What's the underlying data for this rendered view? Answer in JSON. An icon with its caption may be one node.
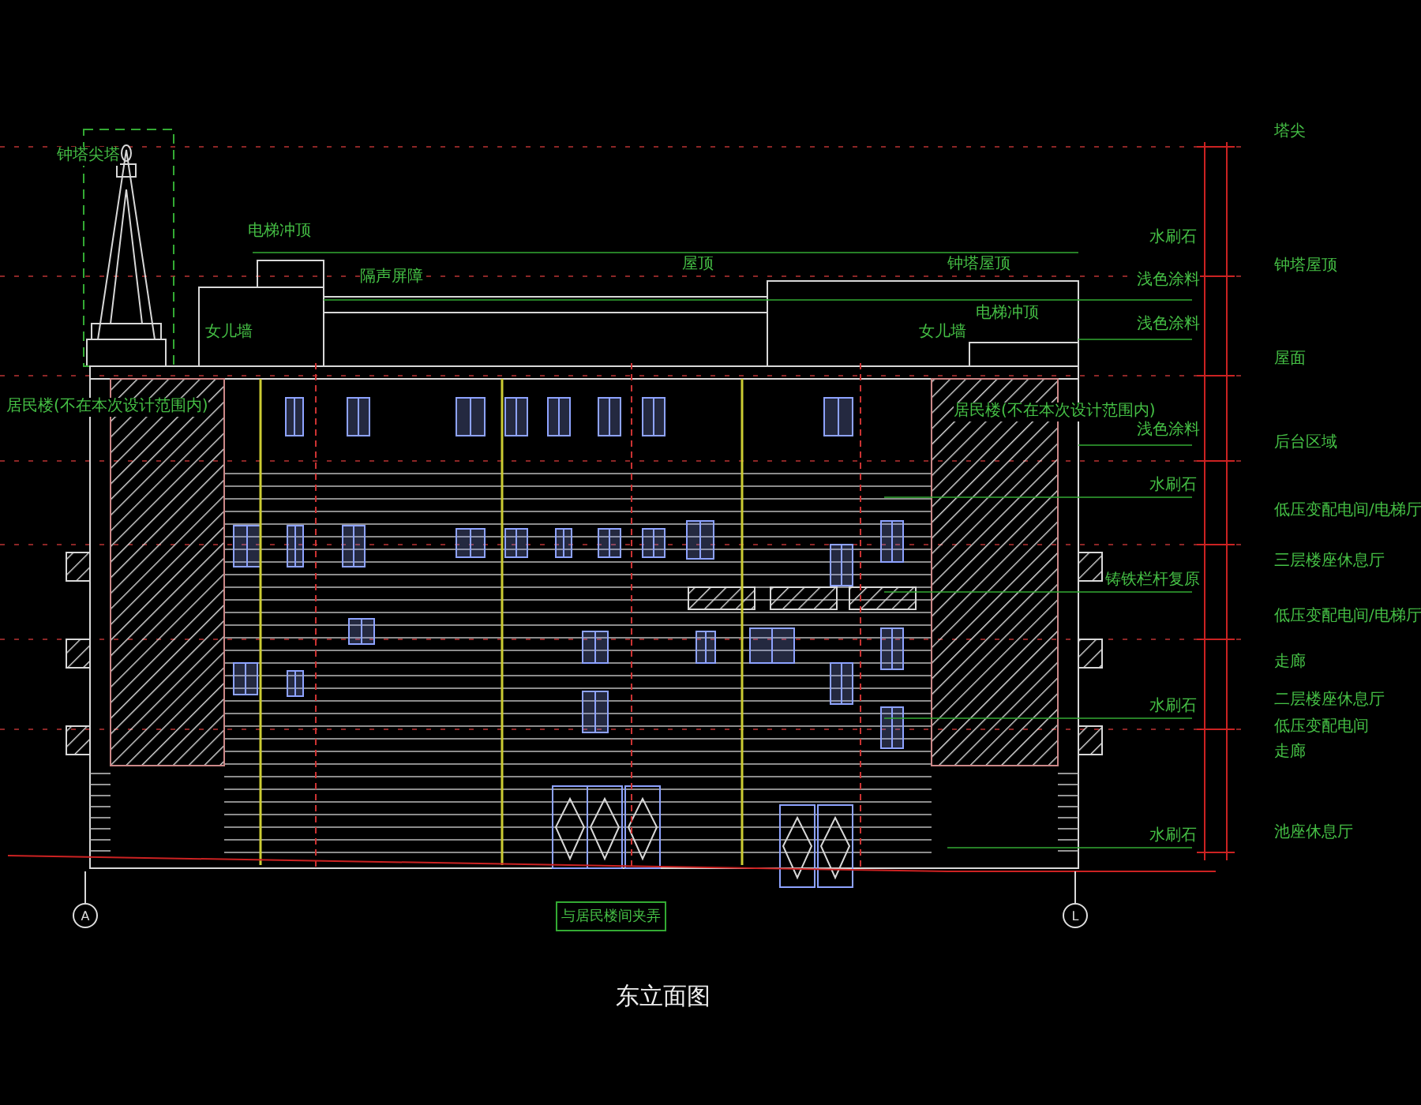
{
  "diagram": {
    "caption": "东立面图",
    "nodes": [
      {
        "text": [
          "与居民楼间夹弄"
        ]
      },
      {
        "text": [
          "A"
        ]
      },
      {
        "text": [
          "L"
        ]
      }
    ],
    "labels": [
      "钟塔尖塔",
      "电梯冲顶",
      "隔声屏障",
      "屋顶",
      "钟塔屋顶",
      "女儿墙",
      "电梯冲顶",
      "女儿墙",
      "居民楼(不在本次设计范围内)",
      "居民楼(不在本次设计范围内)",
      "水刷石",
      "浅色涂料",
      "浅色涂料",
      "浅色涂料",
      "水刷石",
      "铸铁栏杆复原",
      "水刷石",
      "水刷石",
      "塔尖",
      "钟塔屋顶",
      "屋面",
      "后台区域",
      "低压变配电间/电梯厅",
      "三层楼座休息厅",
      "低压变配电间/电梯厅",
      "走廊",
      "二层楼座休息厅",
      "低压变配电间",
      "走廊",
      "池座休息厅"
    ]
  }
}
